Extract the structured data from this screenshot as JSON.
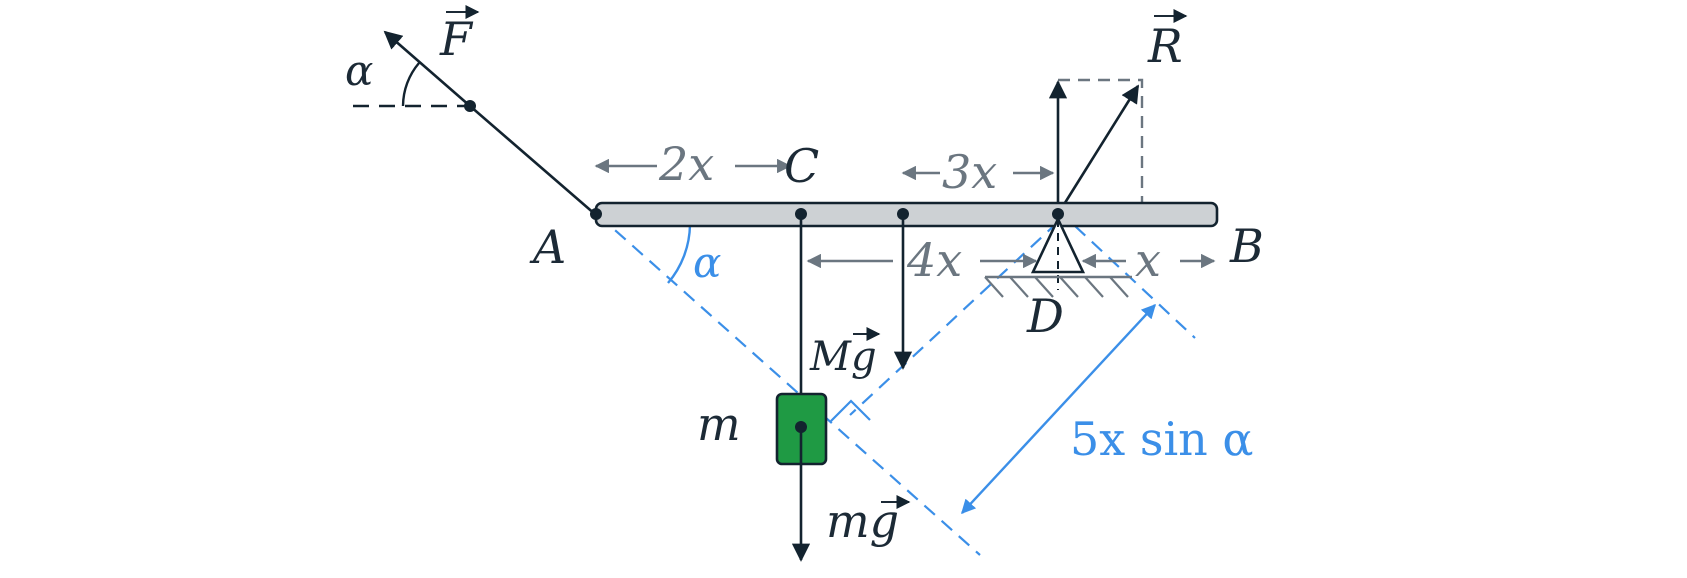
{
  "colors": {
    "ink": "#13232f",
    "dimension": "#6b7680",
    "construction": "#3b8fe8",
    "beam_fill": "#cdd1d4",
    "mass_fill": "#1f9a44"
  },
  "labels": {
    "force_F": "F",
    "alpha_top": "α",
    "point_A": "A",
    "point_B": "B",
    "point_C": "C",
    "point_D": "D",
    "reaction_R": "R",
    "mass_m": "m",
    "weight_beam": "Mg",
    "weight_mass": "mg",
    "alpha_beam": "α",
    "arm_length": "5x sin α"
  },
  "dimensions": {
    "A_to_C": "2x",
    "to_D": "3x",
    "to_D_below": "4x",
    "D_to_B": "x"
  }
}
